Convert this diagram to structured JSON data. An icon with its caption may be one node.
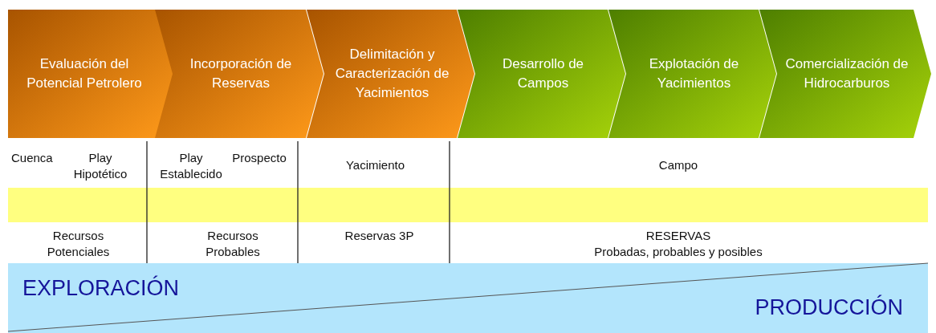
{
  "diagram": {
    "nodes": [
      {
        "text": [
          "Evaluación del Potencial Petrolero"
        ]
      },
      {
        "text": [
          "Incorporación de Reservas"
        ]
      },
      {
        "text": [
          "Delimitación y Caracterización de Yacimientos"
        ]
      },
      {
        "text": [
          "Desarrollo de Campos"
        ]
      },
      {
        "text": [
          "Explotación de Yacimientos"
        ]
      },
      {
        "text": [
          "Comercialización de Hidrocarburos"
        ]
      }
    ],
    "edges": [],
    "labels": [
      "Cuenca",
      "Play Hipotético",
      "Play Establecido",
      "Prospecto",
      "Yacimiento",
      "Campo",
      "Recursos Potenciales",
      "Recursos Probables",
      "Reservas 3P",
      "RESERVAS",
      "Probadas, probables y posibles",
      "EXPLORACIÓN",
      "PRODUCCIÓN"
    ]
  }
}
